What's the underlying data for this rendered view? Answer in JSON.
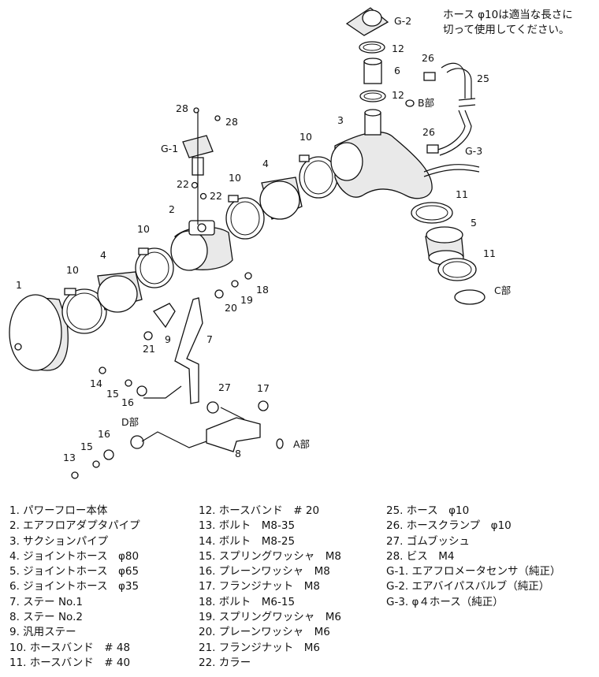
{
  "note": {
    "line1": "ホース φ10は適当な長さに",
    "line2": "切って使用してください。"
  },
  "labels": [
    {
      "id": "1",
      "text": "1"
    },
    {
      "id": "2",
      "text": "2"
    },
    {
      "id": "3",
      "text": "3"
    },
    {
      "id": "4a",
      "text": "4"
    },
    {
      "id": "4b",
      "text": "4"
    },
    {
      "id": "5",
      "text": "5"
    },
    {
      "id": "6",
      "text": "6"
    },
    {
      "id": "7",
      "text": "7"
    },
    {
      "id": "8",
      "text": "8"
    },
    {
      "id": "9",
      "text": "9"
    },
    {
      "id": "10a",
      "text": "10"
    },
    {
      "id": "10b",
      "text": "10"
    },
    {
      "id": "10c",
      "text": "10"
    },
    {
      "id": "10d",
      "text": "10"
    },
    {
      "id": "11a",
      "text": "11"
    },
    {
      "id": "11b",
      "text": "11"
    },
    {
      "id": "12a",
      "text": "12"
    },
    {
      "id": "12b",
      "text": "12"
    },
    {
      "id": "13",
      "text": "13"
    },
    {
      "id": "14",
      "text": "14"
    },
    {
      "id": "15a",
      "text": "15"
    },
    {
      "id": "15b",
      "text": "15"
    },
    {
      "id": "16a",
      "text": "16"
    },
    {
      "id": "16b",
      "text": "16"
    },
    {
      "id": "17",
      "text": "17"
    },
    {
      "id": "18",
      "text": "18"
    },
    {
      "id": "19",
      "text": "19"
    },
    {
      "id": "20",
      "text": "20"
    },
    {
      "id": "21",
      "text": "21"
    },
    {
      "id": "22a",
      "text": "22"
    },
    {
      "id": "22b",
      "text": "22"
    },
    {
      "id": "25",
      "text": "25"
    },
    {
      "id": "26a",
      "text": "26"
    },
    {
      "id": "26b",
      "text": "26"
    },
    {
      "id": "27",
      "text": "27"
    },
    {
      "id": "28a",
      "text": "28"
    },
    {
      "id": "28b",
      "text": "28"
    },
    {
      "id": "g1",
      "text": "G-1"
    },
    {
      "id": "g2",
      "text": "G-2"
    },
    {
      "id": "g3",
      "text": "G-3"
    },
    {
      "id": "a",
      "text": "A部"
    },
    {
      "id": "b",
      "text": "B部"
    },
    {
      "id": "c",
      "text": "C部"
    },
    {
      "id": "d",
      "text": "D部"
    }
  ],
  "legend": {
    "col1": [
      "1. パワーフロー本体",
      "2. エアフロアダプタパイプ",
      "3. サクションパイプ",
      "4. ジョイントホース　φ80",
      "5. ジョイントホース　φ65",
      "6. ジョイントホース　φ35",
      "7. ステー No.1",
      "8. ステー No.2",
      "9. 汎用ステー",
      "10. ホースバンド　# 48",
      "11. ホースバンド　# 40"
    ],
    "col2": [
      "12. ホースバンド　# 20",
      "13. ボルト　M8-35",
      "14. ボルト　M8-25",
      "15. スプリングワッシャ　M8",
      "16. プレーンワッシャ　M8",
      "17. フランジナット　M8",
      "18. ボルト　M6-15",
      "19. スプリングワッシャ　M6",
      "20. プレーンワッシャ　M6",
      "21. フランジナット　M6",
      "22. カラー"
    ],
    "col3": [
      "25. ホース　φ10",
      "26. ホースクランプ　φ10",
      "27. ゴムブッシュ",
      "28. ビス　M4",
      "G-1. エアフロメータセンサ（純正）",
      "G-2. エアバイパスバルブ（純正）",
      "G-3. φ４ホース（純正）"
    ]
  }
}
